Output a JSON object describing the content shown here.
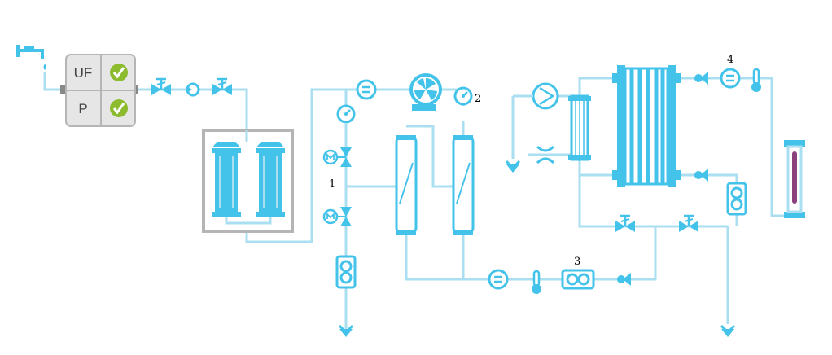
{
  "colors": {
    "accent": "#44c3ea",
    "pipe": "#a9dff0",
    "check": "#8cbb2e",
    "frame": "#b5b5b5",
    "panel": "#e6e6e6",
    "glass_fill": "#8b3f7d"
  },
  "status_panel": {
    "rows": [
      {
        "label": "UF",
        "icon": "check-icon"
      },
      {
        "label": "P",
        "icon": "check-icon"
      }
    ]
  },
  "callouts": [
    "1",
    "2",
    "3",
    "4"
  ]
}
